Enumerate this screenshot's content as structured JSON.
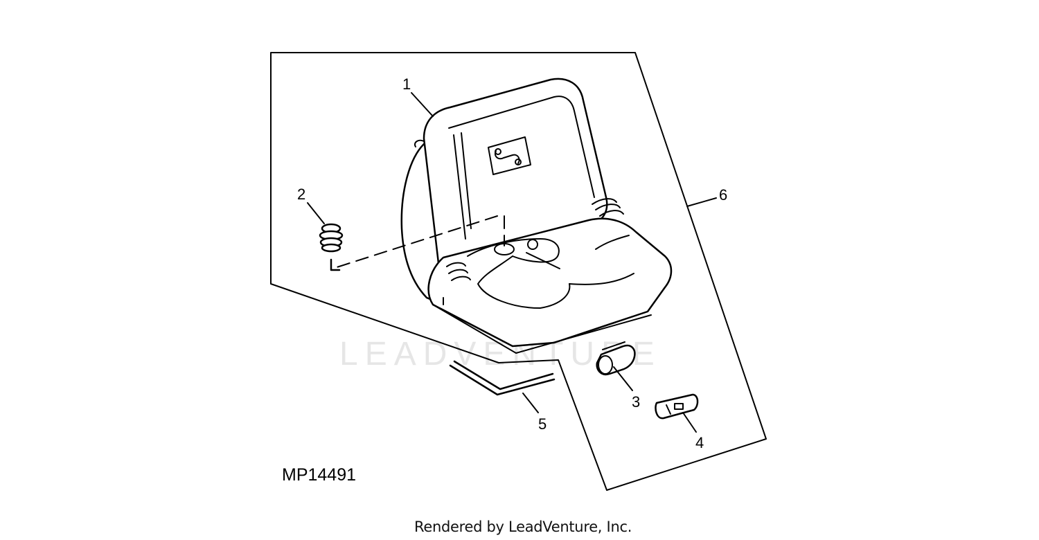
{
  "figure_code": "MP14491",
  "footer_text": "Rendered by LeadVenture, Inc.",
  "watermark_text": "LEADVENTURE",
  "callouts": {
    "seat": "1",
    "spring": "2",
    "bushing": "3",
    "clip": "4",
    "rod": "5",
    "kit": "6"
  }
}
